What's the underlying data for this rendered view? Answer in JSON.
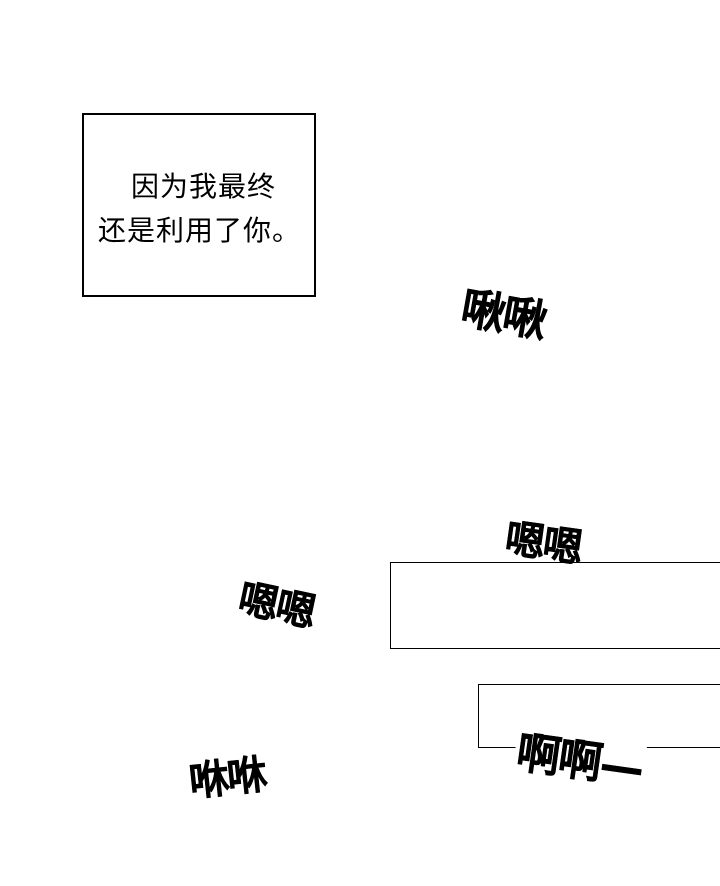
{
  "caption": {
    "line1": "因为我最终",
    "line2": "还是利用了你。"
  },
  "sfx": {
    "chu": "啾啾",
    "en_upper": "嗯嗯",
    "en_left": "嗯嗯",
    "xiu": "咻咻",
    "a": "啊啊—"
  }
}
